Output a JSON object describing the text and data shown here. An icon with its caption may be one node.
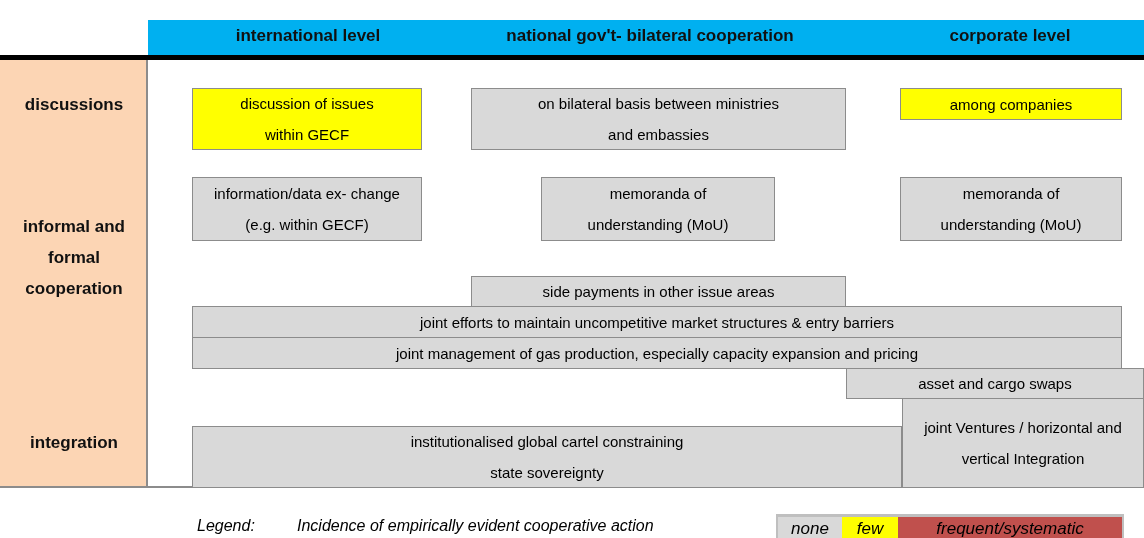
{
  "diagram": {
    "nodes": [
      {
        "text": [
          "discussion of issues within GECF"
        ]
      },
      {
        "text": [
          "on bilateral basis between ministries and embassies"
        ]
      },
      {
        "text": [
          "among companies"
        ]
      },
      {
        "text": [
          "information/data ex- change (e.g. within GECF)"
        ]
      },
      {
        "text": [
          "memoranda of understanding (MoU)"
        ]
      },
      {
        "text": [
          "memoranda of understanding (MoU)"
        ]
      },
      {
        "text": [
          "side payments in other issue areas"
        ]
      },
      {
        "text": [
          "joint efforts to maintain uncompetitive market structures & entry barriers"
        ]
      },
      {
        "text": [
          "joint management of gas production, especially capacity expansion and pricing"
        ]
      },
      {
        "text": [
          "asset and cargo swaps"
        ]
      },
      {
        "text": [
          "joint Ventures / horizontal and vertical Integration"
        ]
      },
      {
        "text": [
          "institutionalised global cartel constraining state sovereignty"
        ]
      }
    ],
    "labels": [
      "international level",
      "national gov't- bilateral cooperation",
      "corporate level",
      "discussions",
      "informal and formal cooperation",
      "integration",
      "Legend:",
      "Incidence of empirically evident cooperative action"
    ],
    "legend": [
      {
        "text": "none",
        "color": "#d9d9d9"
      },
      {
        "text": "few",
        "color": "#ffff00"
      },
      {
        "text": "frequent/systematic",
        "color": "#c0504d"
      }
    ]
  }
}
